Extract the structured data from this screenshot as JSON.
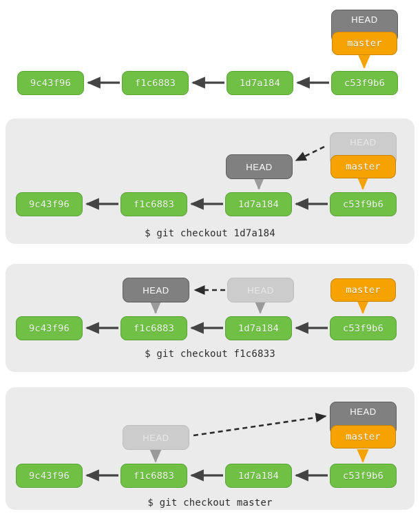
{
  "figure": {
    "title": "git checkout HEAD movement diagram",
    "colors": {
      "panel_background": "#ebebeb",
      "page_background": "#ffffff",
      "commit_fill": "#6fc044",
      "commit_border": "#5aa336",
      "head_fill": "#808080",
      "head_border": "#5e5e5e",
      "head_ghost_fill": "#cccccc",
      "head_ghost_border": "#bdbdbd",
      "master_fill": "#f6a200",
      "master_border": "#c98400",
      "arrow_dark": "#444444",
      "arrow_gray": "#9a9a9a",
      "arrow_orange": "#f6a200",
      "caption_text": "#2d2d2d"
    }
  },
  "labels": {
    "head": "HEAD",
    "master": "master"
  },
  "commits": {
    "c1": "9c43f96",
    "c2": "f1c6883",
    "c3": "1d7a184",
    "c4": "c53f9b6"
  },
  "panels": [
    {
      "id": "panel-initial",
      "caption": "",
      "state": "master and HEAD both at c53f9b6"
    },
    {
      "id": "panel-checkout-1d7a184",
      "caption": "$ git checkout 1d7a184",
      "state": "HEAD detached at 1d7a184, master stays at c53f9b6"
    },
    {
      "id": "panel-checkout-f1c6833",
      "caption": "$ git checkout f1c6833",
      "state": "HEAD detached at f1c6883, master stays at c53f9b6"
    },
    {
      "id": "panel-checkout-master",
      "caption": "$ git checkout master",
      "state": "HEAD reattached to master at c53f9b6"
    }
  ]
}
